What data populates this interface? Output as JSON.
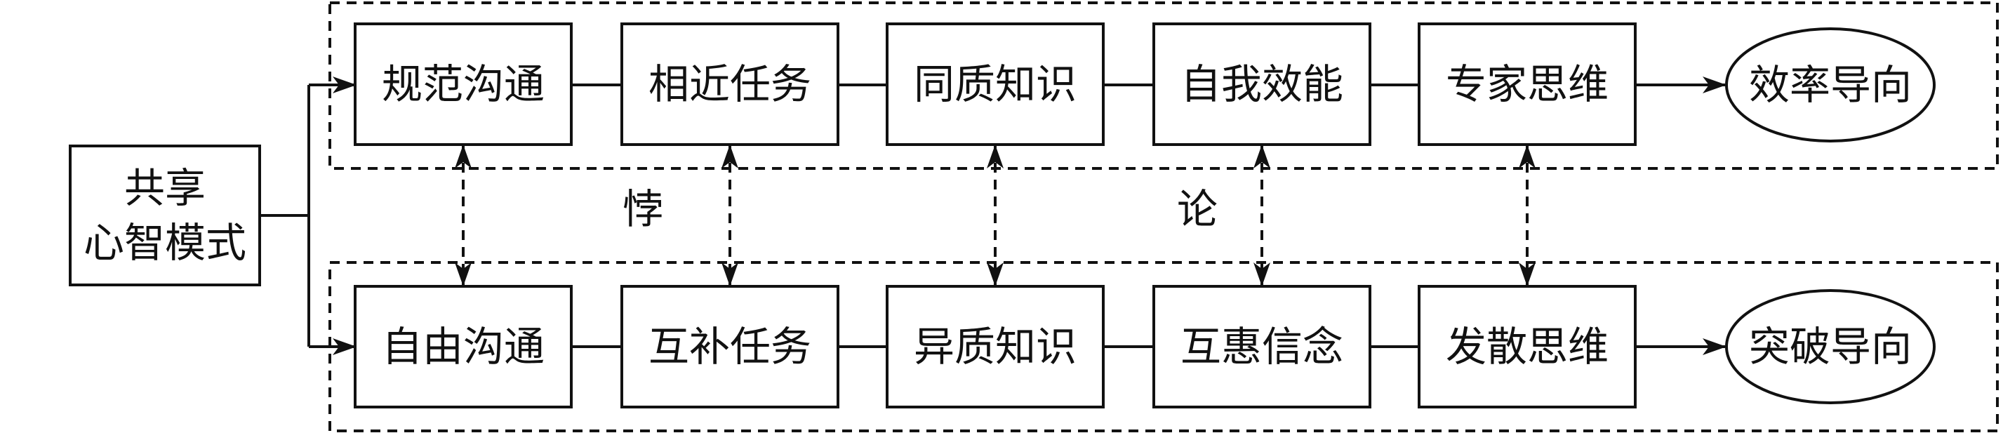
{
  "source": {
    "line1": "共享",
    "line2": "心智模式"
  },
  "top_row": {
    "items": [
      "规范沟通",
      "相近任务",
      "同质知识",
      "自我效能",
      "专家思维"
    ],
    "outcome": "效率导向"
  },
  "bottom_row": {
    "items": [
      "自由沟通",
      "互补任务",
      "异质知识",
      "互惠信念",
      "发散思维"
    ],
    "outcome": "突破导向"
  },
  "middle_labels": {
    "left": "悖",
    "right": "论"
  }
}
